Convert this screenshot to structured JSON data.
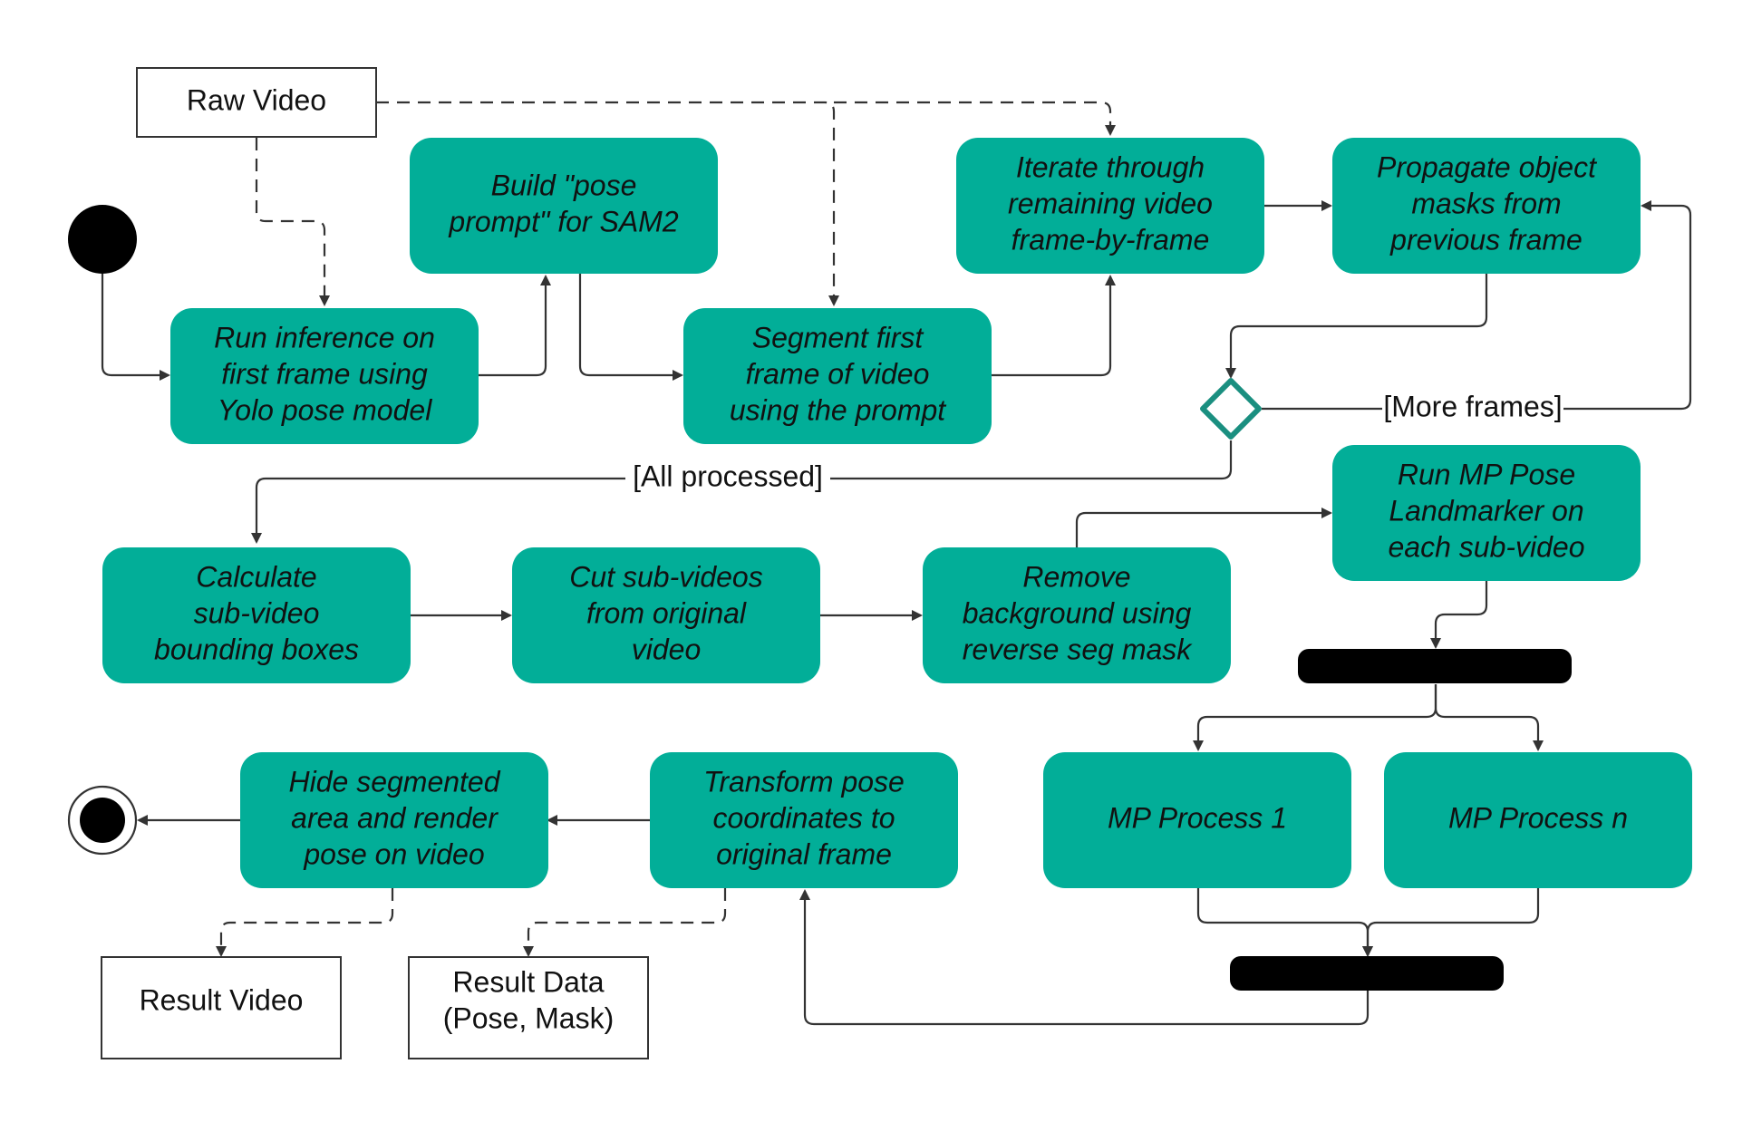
{
  "objects": {
    "raw_video": "Raw Video",
    "result_video": "Result Video",
    "result_data_line1": "Result Data",
    "result_data_line2": "(Pose, Mask)"
  },
  "activities": {
    "run_inference": [
      "Run inference on",
      "first frame using",
      "Yolo pose model"
    ],
    "build_prompt": [
      "Build \"pose",
      "prompt\" for SAM2"
    ],
    "segment_first": [
      "Segment first",
      "frame of video",
      "using the prompt"
    ],
    "iterate": [
      "Iterate through",
      "remaining video",
      "frame-by-frame"
    ],
    "propagate": [
      "Propagate object",
      "masks from",
      "previous frame"
    ],
    "calc_bbox": [
      "Calculate",
      "sub-video",
      "bounding boxes"
    ],
    "cut_sub": [
      "Cut sub-videos",
      "from original",
      "video"
    ],
    "remove_bg": [
      "Remove",
      "background using",
      "reverse seg mask"
    ],
    "run_mp": [
      "Run MP Pose",
      "Landmarker on",
      "each sub-video"
    ],
    "mp_process_1": [
      "MP Process 1"
    ],
    "mp_process_n": [
      "MP Process n"
    ],
    "transform": [
      "Transform pose",
      "coordinates to",
      "original frame"
    ],
    "hide_render": [
      "Hide segmented",
      "area and render",
      "pose on video"
    ]
  },
  "guards": {
    "more_frames": "[More frames]",
    "all_processed": "[All processed]"
  },
  "colors": {
    "activity_fill": "#02ae98",
    "decision_stroke": "#1a8f80",
    "line": "#333333"
  }
}
